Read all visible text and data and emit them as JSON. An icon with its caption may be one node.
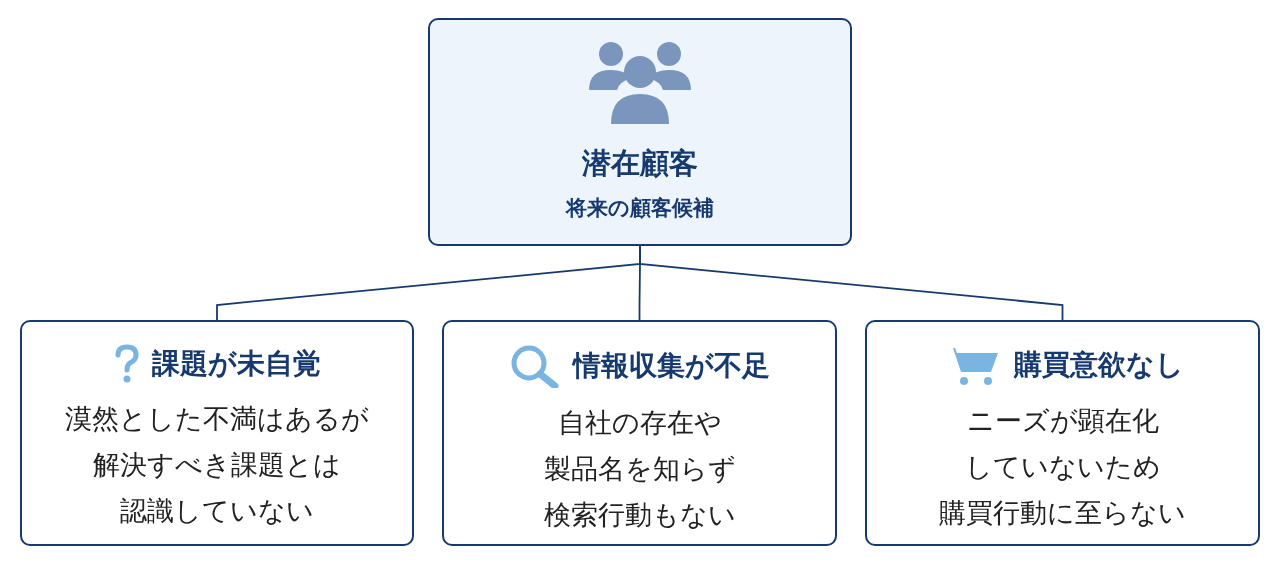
{
  "diagram": {
    "nodes": [
      {
        "text": [
          "潜在顧客",
          "将来の顧客候補"
        ]
      },
      {
        "text": [
          "課題が未自覚",
          "漠然とした不満はあるが解決すべき課題とは認識していない"
        ]
      },
      {
        "text": [
          "情報収集が不足",
          "自社の存在や製品名を知らず検索行動もない"
        ]
      },
      {
        "text": [
          "購買意欲なし",
          "ニーズが顕在化していないため購買行動に至らない"
        ]
      }
    ],
    "edges": [
      {
        "from": 0,
        "to": 1,
        "arrow": "none"
      },
      {
        "from": 0,
        "to": 2,
        "arrow": "none"
      },
      {
        "from": 0,
        "to": 3,
        "arrow": "none"
      }
    ]
  }
}
